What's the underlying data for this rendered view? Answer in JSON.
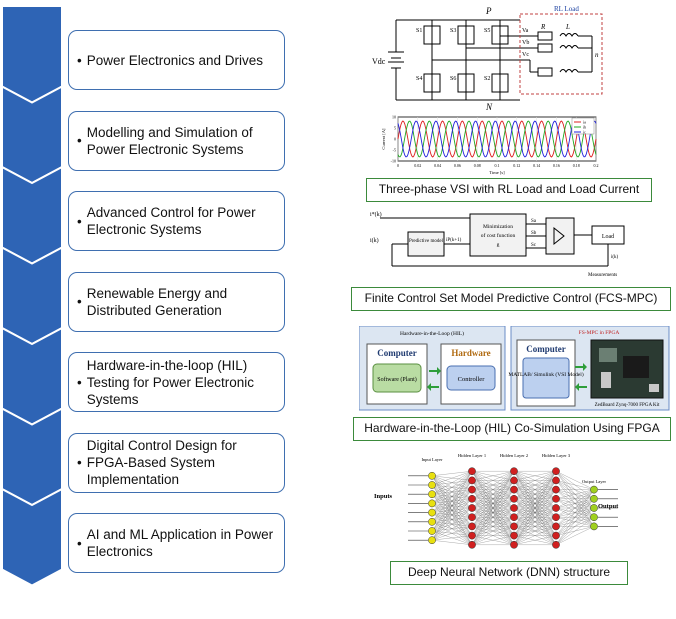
{
  "topics": [
    "Power Electronics and Drives",
    "Modelling and Simulation of Power Electronic Systems",
    "Advanced Control for Power Electronic Systems",
    "Renewable Energy and Distributed Generation",
    "Hardware-in-the-loop (HIL) Testing for Power Electronic Systems",
    "Digital Control Design for FPGA-Based System Implementation",
    "AI and ML Application in Power Electronics"
  ],
  "bullet": "•",
  "colors": {
    "chevron_blue": "#2e64b5",
    "box_border": "#3f6fb0",
    "caption_border": "#3b8a3b"
  },
  "captions": {
    "vsi": "Three-phase VSI with RL Load and Load Current",
    "mpc": "Finite Control Set Model Predictive Control (FCS-MPC)",
    "hil": "Hardware-in-the-Loop (HIL) Co-Simulation Using FPGA",
    "dnn": "Deep Neural Network (DNN) structure"
  },
  "vsi": {
    "p_label": "P",
    "n_label": "N",
    "dc_label": "Vdc",
    "load_label": "RL Load",
    "r_label": "R",
    "l_label": "L",
    "n_node": "n",
    "switch_labels": [
      "S1",
      "S3",
      "S5",
      "S4",
      "S6",
      "S2"
    ],
    "phase_labels": [
      "Va",
      "Vb",
      "Vc"
    ]
  },
  "current_plot": {
    "ylabel": "Current [A]",
    "xlabel": "Time [s]",
    "x_ticks": [
      "0",
      "0.02",
      "0.04",
      "0.06",
      "0.08",
      "0.1",
      "0.12",
      "0.14",
      "0.16",
      "0.18",
      "0.2"
    ],
    "y_ticks": [
      "10",
      "5",
      "0",
      "-5",
      "-10"
    ],
    "legend": [
      "ia",
      "ib",
      "ic"
    ]
  },
  "mpc": {
    "ref": "i*(k)",
    "meas": "i(k)",
    "predictive_model": "Predictive model",
    "prediction": "iP(k+1)",
    "minimization_lines": [
      "Minimization",
      "of cost function",
      "g"
    ],
    "s_labels": [
      "Sa",
      "Sb",
      "Sc"
    ],
    "load": "Load",
    "measurements": "Measurements",
    "ik": "i(k)"
  },
  "hil": {
    "left_title": "Hardware-in-the-Loop (HIL)",
    "computer": "Computer",
    "hardware": "Hardware",
    "software": "Software (Plant)",
    "controller": "Controller",
    "right_title": "FS-MPC in FPGA",
    "matlab": "MATLAB/ Simulink (VSI Model)",
    "board": "ZedBoard Zynq-7000 FPGA Kit"
  },
  "dnn": {
    "input_layer": "Input Layer",
    "hidden_layers": [
      "Hidden Layer 1",
      "Hidden Layer 2",
      "Hidden Layer 3"
    ],
    "output_layer": "Output Layer",
    "inputs": "Inputs",
    "output": "Output"
  }
}
